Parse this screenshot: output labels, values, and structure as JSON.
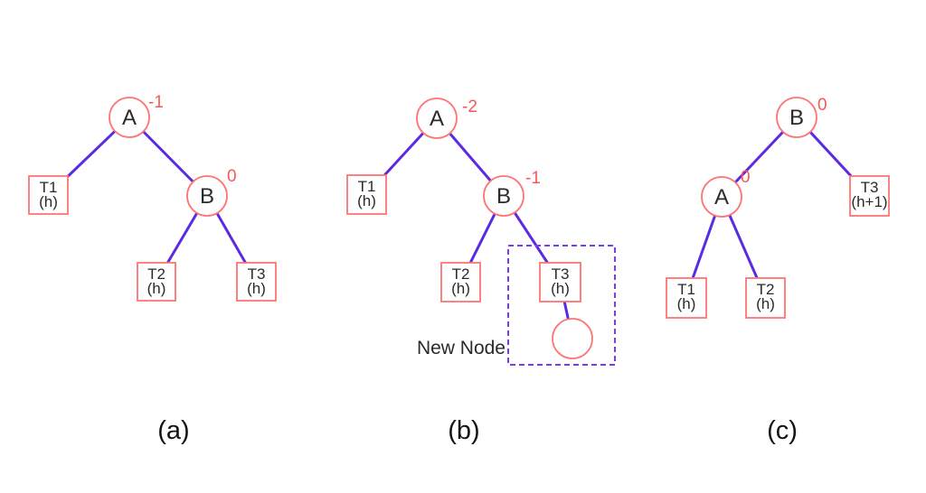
{
  "figure": {
    "description": "AVL tree right-right insertion and left rotation diagram"
  },
  "colors": {
    "background": "#ffffff",
    "node_stroke": "#ff7575",
    "balance_text": "#f95757",
    "edge": "#5b2ae3",
    "dashed_box": "#7b3bf5",
    "text": "#2a2a2a"
  },
  "trees": {
    "a": {
      "caption": "(a)",
      "root": {
        "label": "A",
        "balance": "-1"
      },
      "right": {
        "label": "B",
        "balance": "0"
      },
      "t1": {
        "line1": "T1",
        "line2": "(h)"
      },
      "t2": {
        "line1": "T2",
        "line2": "(h)"
      },
      "t3": {
        "line1": "T3",
        "line2": "(h)"
      }
    },
    "b": {
      "caption": "(b)",
      "root": {
        "label": "A",
        "balance": "-2"
      },
      "right": {
        "label": "B",
        "balance": "-1"
      },
      "t1": {
        "line1": "T1",
        "line2": "(h)"
      },
      "t2": {
        "line1": "T2",
        "line2": "(h)"
      },
      "t3": {
        "line1": "T3",
        "line2": "(h)"
      },
      "new_node_label": "New Node"
    },
    "c": {
      "caption": "(c)",
      "root": {
        "label": "B",
        "balance": "0"
      },
      "left": {
        "label": "A",
        "balance": "0"
      },
      "t1": {
        "line1": "T1",
        "line2": "(h)"
      },
      "t2": {
        "line1": "T2",
        "line2": "(h)"
      },
      "t3": {
        "line1": "T3",
        "line2": "(h+1)"
      }
    }
  }
}
